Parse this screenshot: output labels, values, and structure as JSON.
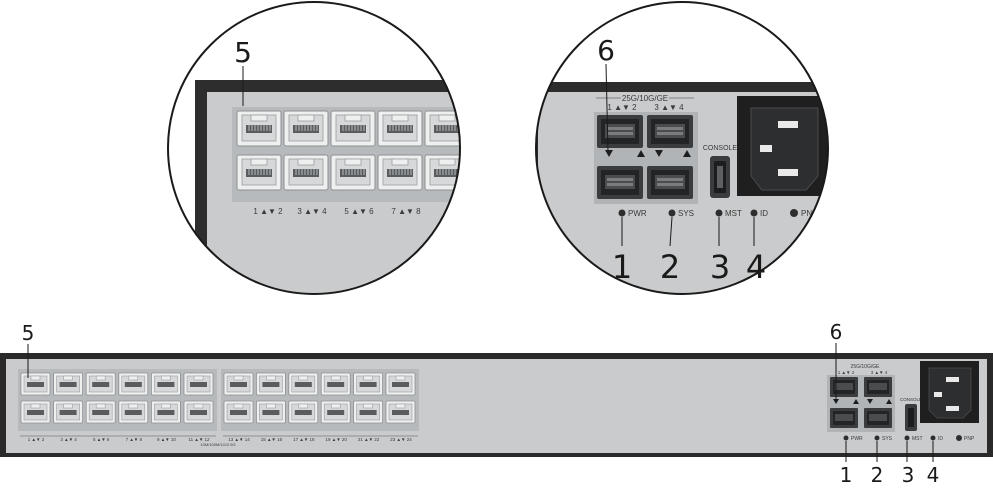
{
  "callouts": {
    "c1": "1",
    "c2": "2",
    "c3": "3",
    "c4": "4",
    "c5": "5",
    "c6": "6"
  },
  "port_group_labels": {
    "zoom": [
      "1 ▲▼ 2",
      "3 ▲▼ 4",
      "5 ▲▼ 6",
      "7 ▲▼ 8"
    ],
    "panel": [
      "1 ▲▼ 2",
      "3 ▲▼ 4",
      "5 ▲▼ 6",
      "7 ▲▼ 8",
      "9 ▲▼ 10",
      "11 ▲▼ 12",
      "13 ▲▼ 14",
      "15 ▲▼ 16",
      "17 ▲▼ 18",
      "19 ▲▼ 20",
      "21 ▲▼ 22",
      "23 ▲▼ 24"
    ]
  },
  "panel_speed_label": "10M/100M/1G/2.5G",
  "sfp": {
    "speed_label": "25G/10G/GE",
    "top_left": "1 ▲▼ 2",
    "top_right": "3 ▲▼ 4"
  },
  "console_label": "CONSOLE",
  "leds": {
    "pwr": "PWR",
    "sys": "SYS",
    "mst": "MST",
    "id": "ID",
    "pnp": "PNP"
  },
  "colors": {
    "chassis": "#c9cbcc",
    "chassis_dark": "#2b2b2b",
    "port_frame": "#b5b8ba",
    "port_inner": "#e3e4e5",
    "led": "#2e2e2e"
  }
}
